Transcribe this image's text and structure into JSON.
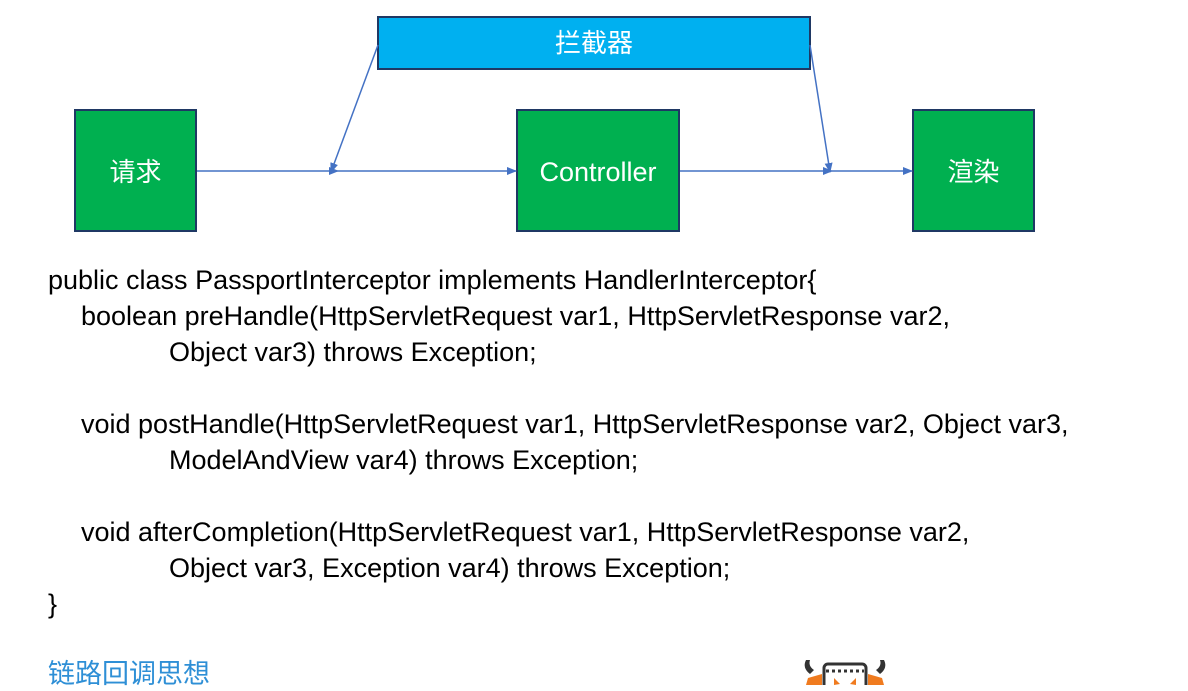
{
  "diagram": {
    "interceptor_label": "拦截器",
    "request_label": "请求",
    "controller_label": "Controller",
    "render_label": "渲染",
    "colors": {
      "interceptor_fill": "#00b0f0",
      "box_fill": "#00b050",
      "box_border": "#1f3864",
      "arrow": "#4472c4"
    }
  },
  "code": {
    "line1": "public class PassportInterceptor implements HandlerInterceptor{",
    "line2": "boolean preHandle(HttpServletRequest var1, HttpServletResponse var2,",
    "line3": "Object var3) throws Exception;",
    "line4": "void postHandle(HttpServletRequest var1, HttpServletResponse var2, Object var3,",
    "line5": "ModelAndView var4) throws Exception;",
    "line6": "void afterCompletion(HttpServletRequest var1, HttpServletResponse var2,",
    "line7": "Object var3, Exception var4) throws Exception;",
    "line8": "}"
  },
  "footer": {
    "note": "链路回调思想",
    "note_color": "#2e8fd6"
  },
  "icons": {
    "mascot": "mascot-logo-icon"
  }
}
